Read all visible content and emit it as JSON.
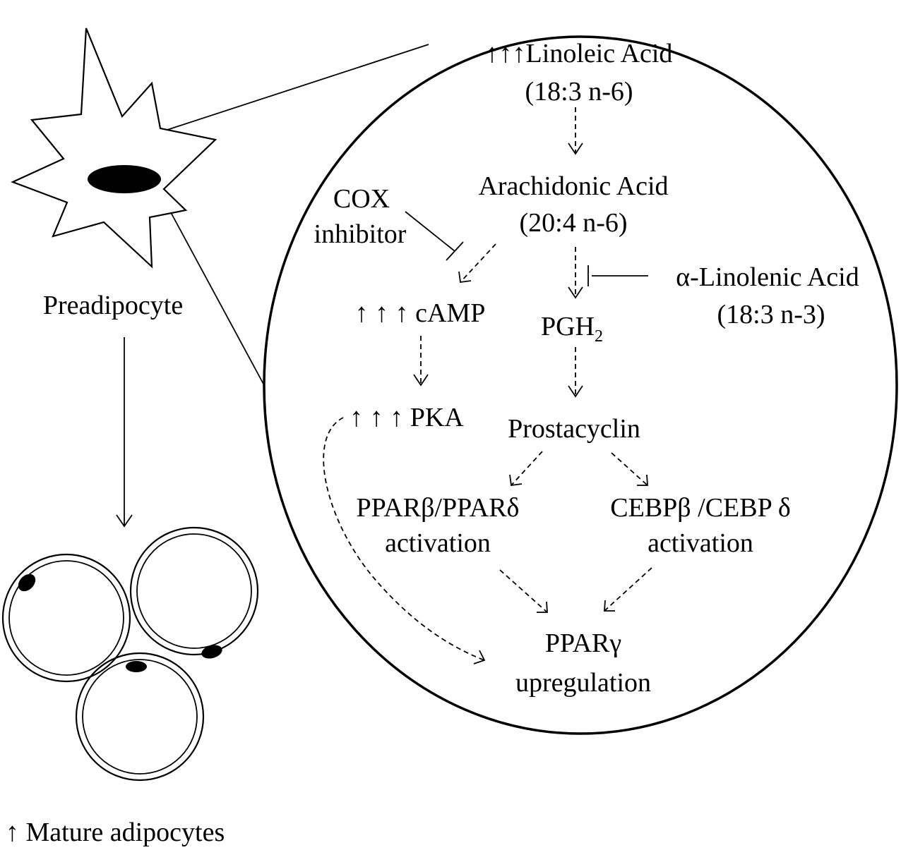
{
  "cell": {
    "preadipocyte": "Preadipocyte",
    "mature": "↑ Mature adipocytes"
  },
  "pathway": {
    "linoleic": {
      "line1": "↑↑↑Linoleic Acid",
      "line2": "(18:3 n-6)"
    },
    "arachidonic": {
      "line1": "Arachidonic Acid",
      "line2": "(20:4 n-6)"
    },
    "cox": {
      "line1": "COX",
      "line2": "inhibitor"
    },
    "alpha_linolenic": {
      "line1": "α-Linolenic Acid",
      "line2": "(18:3 n-3)"
    },
    "camp": "↑ ↑ ↑ cAMP",
    "pgh2": {
      "base": "PGH",
      "sub": "2"
    },
    "pka": "↑ ↑ ↑ PKA",
    "prostacyclin": "Prostacyclin",
    "ppar_bd": {
      "line1": "PPARβ/PPARδ",
      "line2": "activation"
    },
    "cebp": {
      "line1": "CEBPβ /CEBP δ",
      "line2": "activation"
    },
    "ppar_g": {
      "line1": "PPARγ",
      "line2": "upregulation"
    }
  }
}
